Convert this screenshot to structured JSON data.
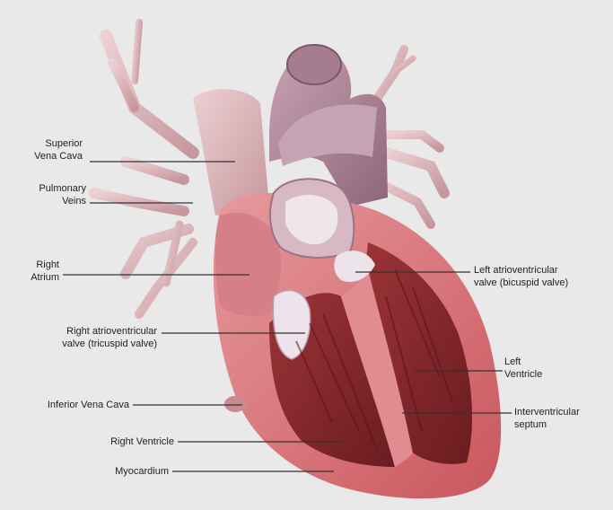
{
  "labels": {
    "superior_vena_cava": [
      "Superior",
      "Vena Cava"
    ],
    "pulmonary_veins": [
      "Pulmonary",
      "Veins"
    ],
    "right_atrium": [
      "Right",
      "Atrium"
    ],
    "right_av_valve": [
      "Right atrioventricular",
      "valve (tricuspid valve)"
    ],
    "inferior_vena_cava": [
      "Inferior Vena Cava"
    ],
    "right_ventricle": [
      "Right Ventricle"
    ],
    "myocardium": [
      "Myocardium"
    ],
    "left_av_valve": [
      "Left atrioventricular",
      "valve (bicuspid valve)"
    ],
    "left_ventricle": [
      "Left",
      "Ventricle"
    ],
    "interventricular_septum": [
      "Interventricular",
      "septum"
    ]
  },
  "colors": {
    "background": "#e9e9ea",
    "leader_line": "#333333",
    "label_text": "#222222",
    "vessel": "#d7b0b5",
    "aorta": "#b38d9c",
    "myocardium": "#d9757a",
    "chamber": "#8a2b2e",
    "valve": "#ece6ea"
  }
}
